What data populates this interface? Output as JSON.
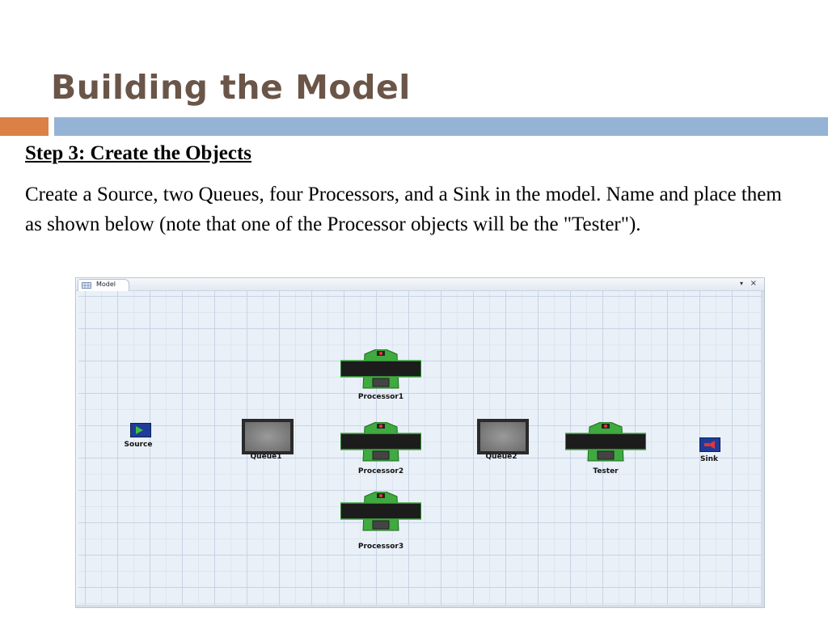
{
  "slide": {
    "title": "Building the Model",
    "step_heading": "Step 3: Create the Objects",
    "body": "Create a Source, two Queues, four Processors, and a Sink in the model. Name and place them as shown below (note that one of the Processor objects will be the \"Tester\")."
  },
  "window": {
    "tab_label": "Model",
    "dropdown_glyph": "▾",
    "close_glyph": "×"
  },
  "objects": {
    "source": "Source",
    "queue1": "Queue1",
    "processor1": "Processor1",
    "processor2": "Processor2",
    "processor3": "Processor3",
    "queue2": "Queue2",
    "tester": "Tester",
    "sink": "Sink"
  },
  "colors": {
    "title": "#6b5548",
    "accent_orange": "#dc8145",
    "accent_blue": "#95b3d5",
    "object_blue": "#1f3c99",
    "processor_green": "#3faa3f"
  }
}
